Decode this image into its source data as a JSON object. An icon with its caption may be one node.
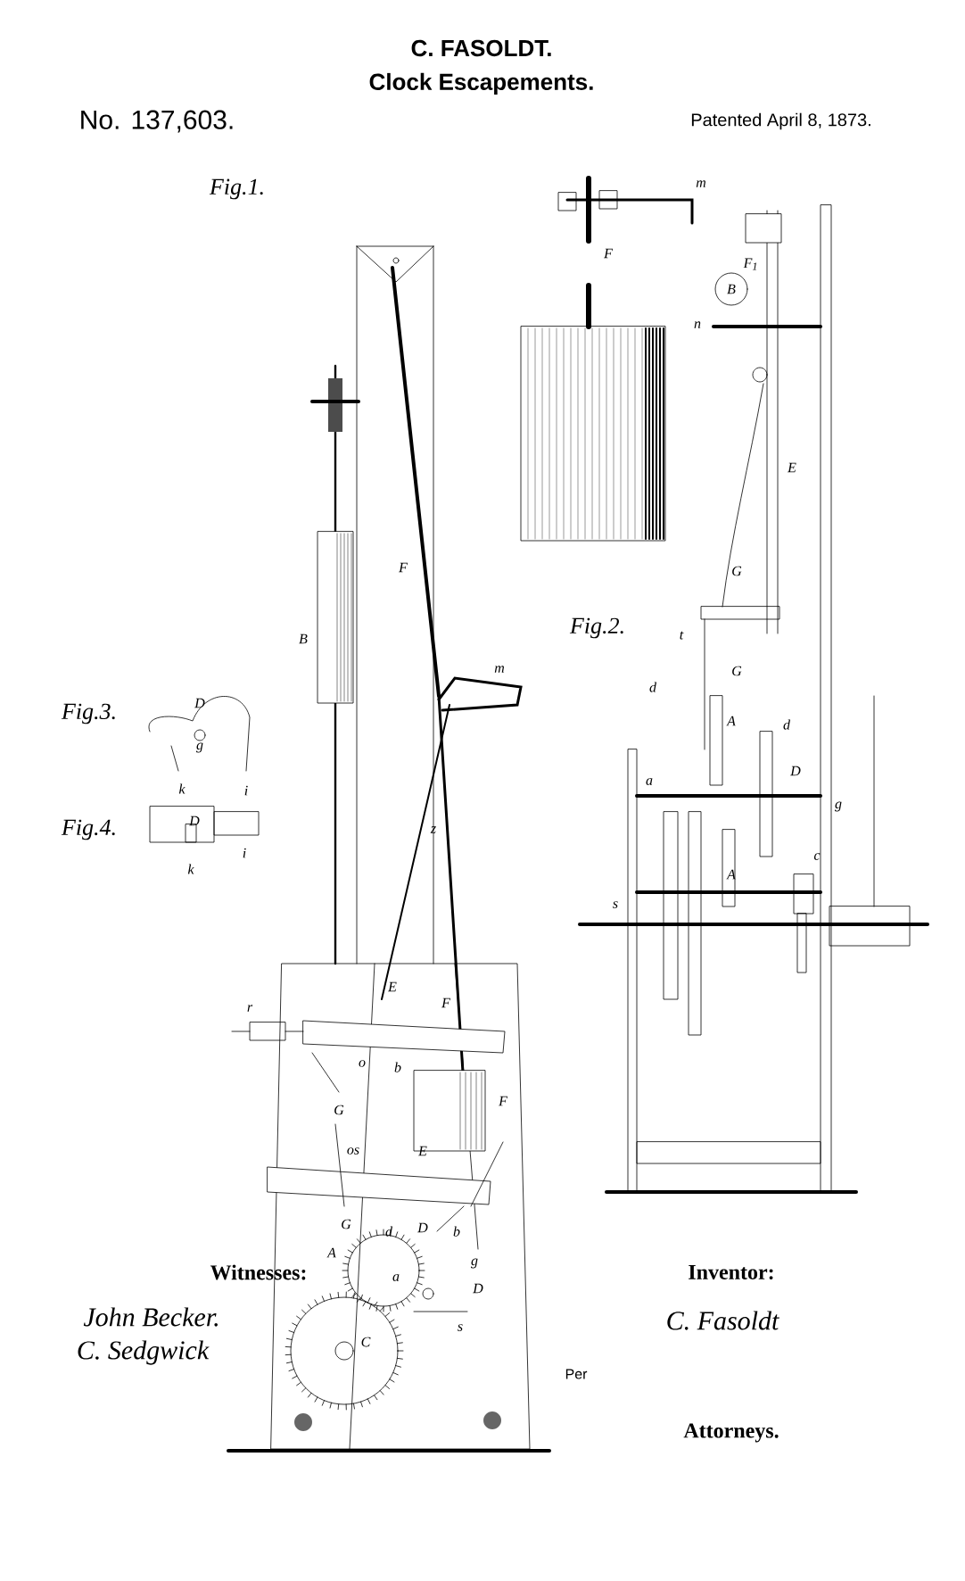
{
  "diagram": {
    "title": "Clock Escapements.",
    "labels": [
      "C. FASOLDT.",
      "No. 137,603.",
      "Patented April 8, 1873.",
      "Fig.1.",
      "m",
      "F",
      "F$_{1}$",
      "B",
      "n",
      "E",
      "F",
      "B",
      "G",
      "Fig.2.",
      "t",
      "m",
      "G",
      "d",
      "Fig.3.",
      "D",
      "g",
      "A",
      "d",
      "k",
      "i",
      "a",
      "D",
      "g",
      "Fig.4.",
      "D",
      "z",
      "i",
      "k",
      "A",
      "c",
      "s",
      "E",
      "F",
      "r",
      "o",
      "b",
      "G",
      "F",
      "os",
      "E",
      "G",
      "d",
      "D",
      "b",
      "A",
      "Witnesses:",
      "Inventor:",
      "g",
      "a",
      "D",
      "John Becker.",
      "C. Fasoldt",
      "s",
      "C",
      "C. Sedgwick",
      "Per",
      "Attorneys."
    ]
  }
}
